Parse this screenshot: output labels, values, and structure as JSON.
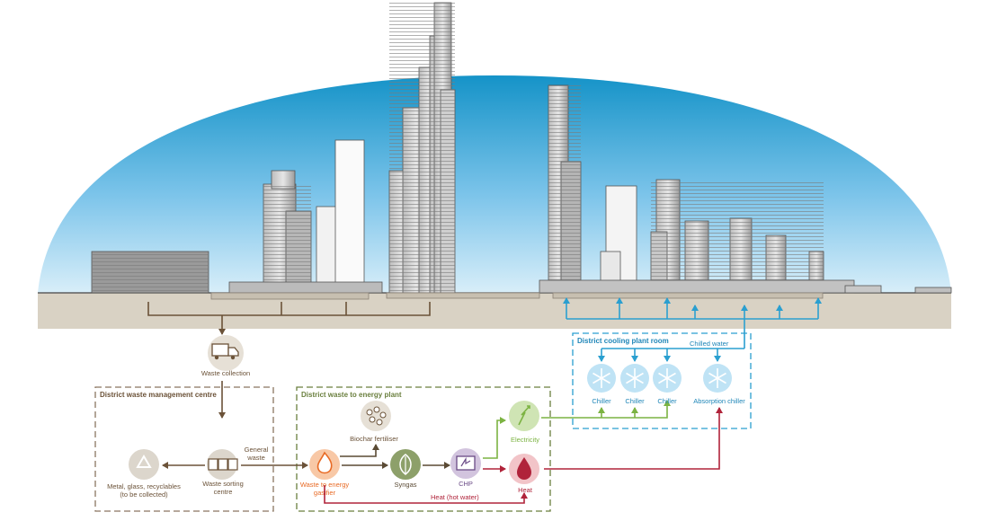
{
  "colors": {
    "sky_top": "#1593c8",
    "sky_bottom": "#d4ecf8",
    "ground": "#d9d2c4",
    "waste_brown": "#6b5238",
    "energy_green": "#6a7f3e",
    "cooling_blue": "#2a9fd0",
    "electricity_green": "#7cb342",
    "heat_red": "#b0233a",
    "gasifier_orange": "#e86a24"
  },
  "boxes": {
    "waste_management": "District waste management centre",
    "waste_to_energy": "District waste to energy plant",
    "cooling_plant": "District cooling plant room"
  },
  "nodes": {
    "waste_collection": "Waste collection",
    "sorting_line1": "Waste sorting",
    "sorting_line2": "centre",
    "recyclables_line1": "Metal, glass, recyclables",
    "recyclables_line2": "(to be collected)",
    "gasifier_line1": "Waste to energy",
    "gasifier_line2": "gasifier",
    "biochar": "Biochar fertiliser",
    "syngas": "Syngas",
    "chp": "CHP",
    "electricity": "Electricity",
    "heat": "Heat",
    "chiller": "Chiller",
    "absorption_chiller": "Absorption chiller"
  },
  "flows": {
    "general_waste_line1": "General",
    "general_waste_line2": "waste",
    "heat_hot_water": "Heat (hot water)",
    "chilled_water": "Chilled water"
  },
  "icons": [
    "truck-icon",
    "recycle-icon",
    "bins-icon",
    "flame-icon",
    "pellets-icon",
    "leaf-icon",
    "generator-icon",
    "lightning-icon",
    "droplet-icon",
    "snowflake-icon"
  ]
}
